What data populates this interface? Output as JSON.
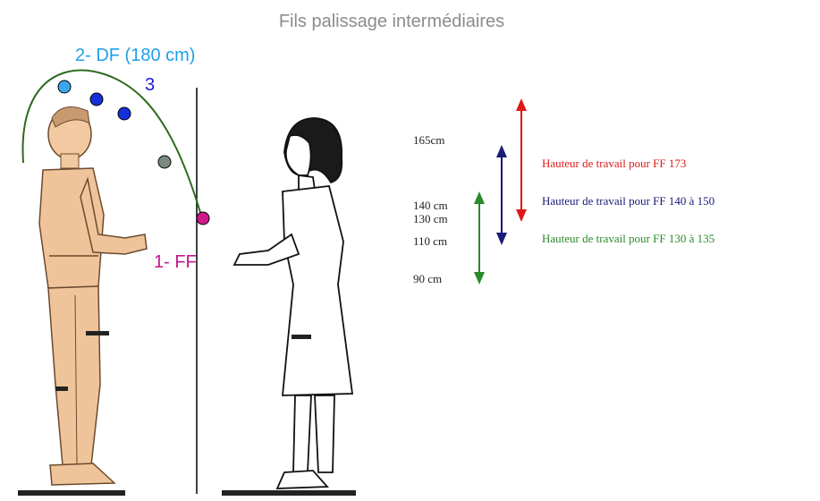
{
  "title": "Fils palissage intermédiaires",
  "labels": {
    "df": "2- DF (180 cm)",
    "three": "3",
    "ff": "1- FF"
  },
  "heights": {
    "h165": "165cm",
    "h140": "140 cm",
    "h130": "130 cm",
    "h110": "110 cm",
    "h90": "90 cm"
  },
  "legend": {
    "red": "Hauteur de travail pour FF 173",
    "navy": "Hauteur de travail pour FF 140 à 150",
    "green": "Hauteur de travail pour FF 130 à 135"
  },
  "colors": {
    "title": "#8c8c8c",
    "df_label": "#1fa0ea",
    "three_label": "#1a1ad6",
    "ff_label": "#c0188c",
    "curve": "#2d6a1e",
    "dot_light_blue": "#3aa7f0",
    "dot_blue": "#1530d8",
    "dot_gray": "#7a8a80",
    "dot_magenta": "#d0188c",
    "arrow_red": "#e01818",
    "arrow_navy": "#1a1a7a",
    "arrow_green": "#2a8a2a",
    "skin": "#f2c9a0"
  }
}
